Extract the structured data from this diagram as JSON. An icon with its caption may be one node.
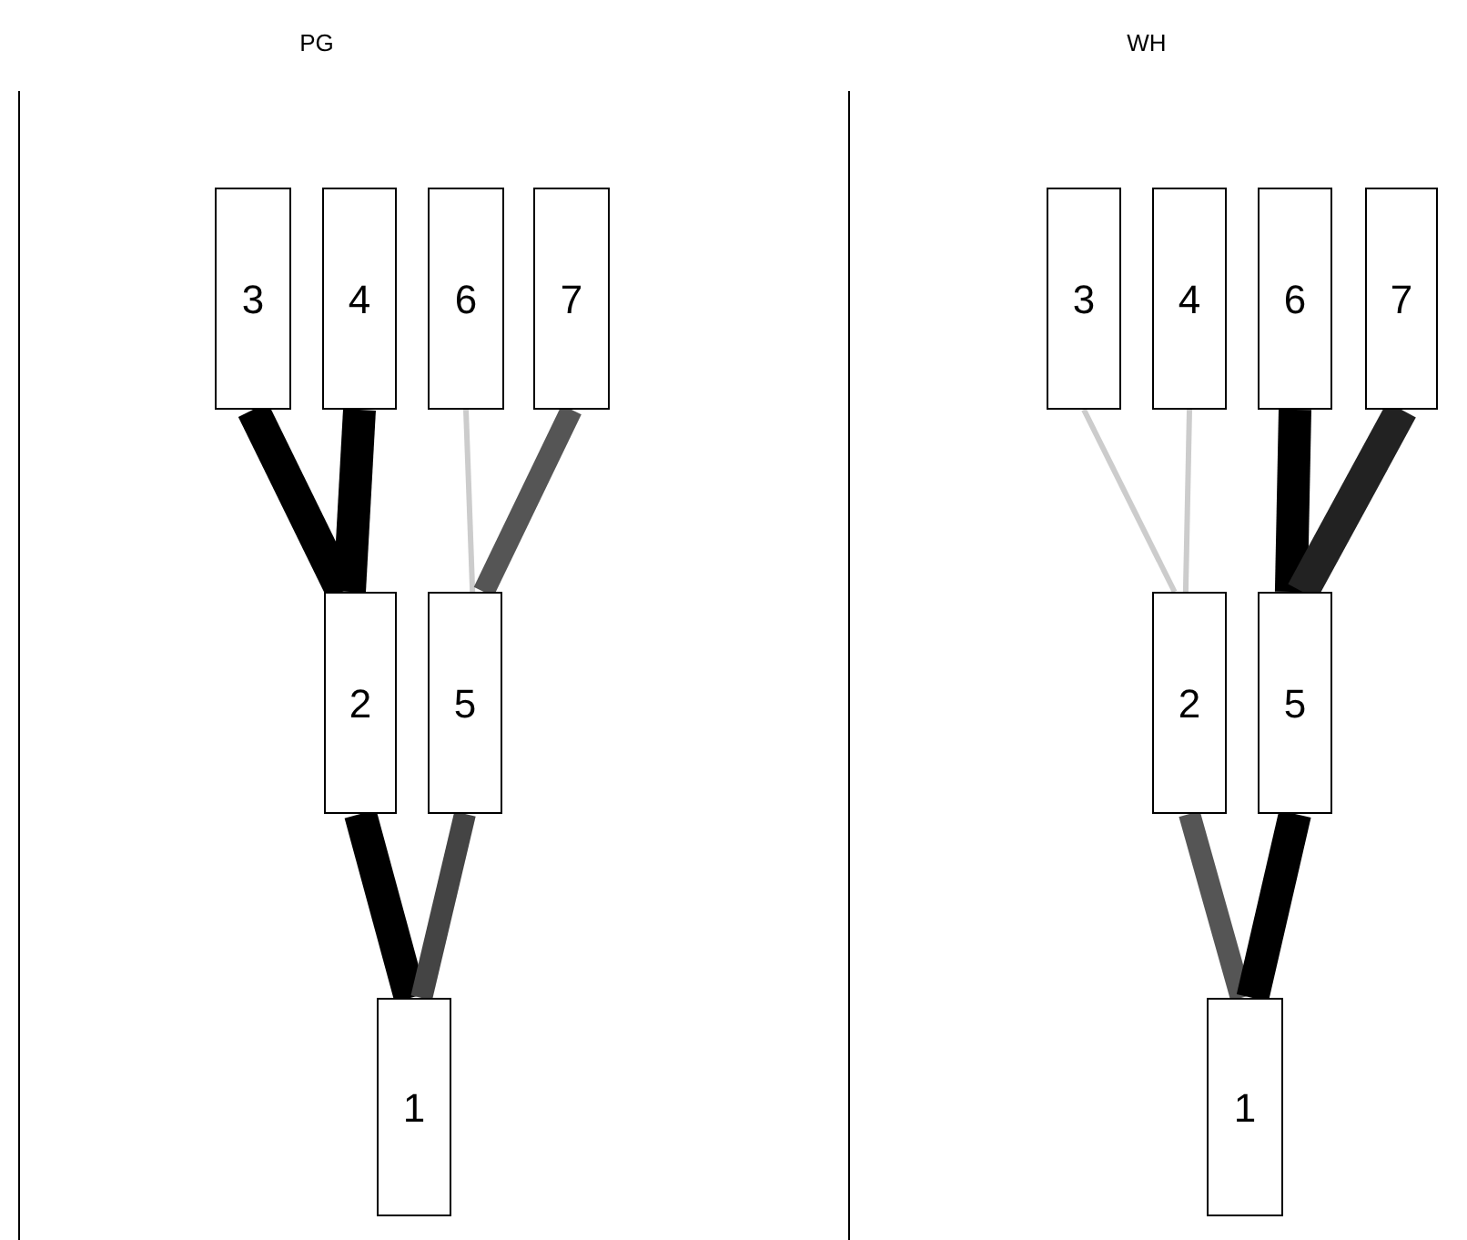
{
  "diagram": {
    "nodes": [
      {
        "text": [
          "3"
        ]
      },
      {
        "text": [
          "4"
        ]
      },
      {
        "text": [
          "6"
        ]
      },
      {
        "text": [
          "7"
        ]
      },
      {
        "text": [
          "2"
        ]
      },
      {
        "text": [
          "5"
        ]
      },
      {
        "text": [
          "1"
        ]
      },
      {
        "text": [
          "3"
        ]
      },
      {
        "text": [
          "4"
        ]
      },
      {
        "text": [
          "6"
        ]
      },
      {
        "text": [
          "7"
        ]
      },
      {
        "text": [
          "2"
        ]
      },
      {
        "text": [
          "5"
        ]
      },
      {
        "text": [
          "1"
        ]
      }
    ],
    "edges": [
      {
        "from": 0,
        "to": 4,
        "arrow": "none"
      },
      {
        "from": 1,
        "to": 4,
        "arrow": "none"
      },
      {
        "from": 2,
        "to": 5,
        "arrow": "none",
        "color": "#cccccc"
      },
      {
        "from": 3,
        "to": 5,
        "arrow": "none",
        "color": "#555555"
      },
      {
        "from": 4,
        "to": 6,
        "arrow": "none"
      },
      {
        "from": 5,
        "to": 6,
        "arrow": "none",
        "color": "#444444"
      },
      {
        "from": 7,
        "to": 11,
        "arrow": "none",
        "color": "#cccccc"
      },
      {
        "from": 8,
        "to": 11,
        "arrow": "none",
        "color": "#cccccc"
      },
      {
        "from": 9,
        "to": 12,
        "arrow": "none"
      },
      {
        "from": 10,
        "to": 12,
        "arrow": "none",
        "color": "#222222"
      },
      {
        "from": 11,
        "to": 13,
        "arrow": "none",
        "color": "#555555"
      },
      {
        "from": 12,
        "to": 13,
        "arrow": "none"
      }
    ],
    "labels": [
      "PG",
      "WH"
    ]
  }
}
